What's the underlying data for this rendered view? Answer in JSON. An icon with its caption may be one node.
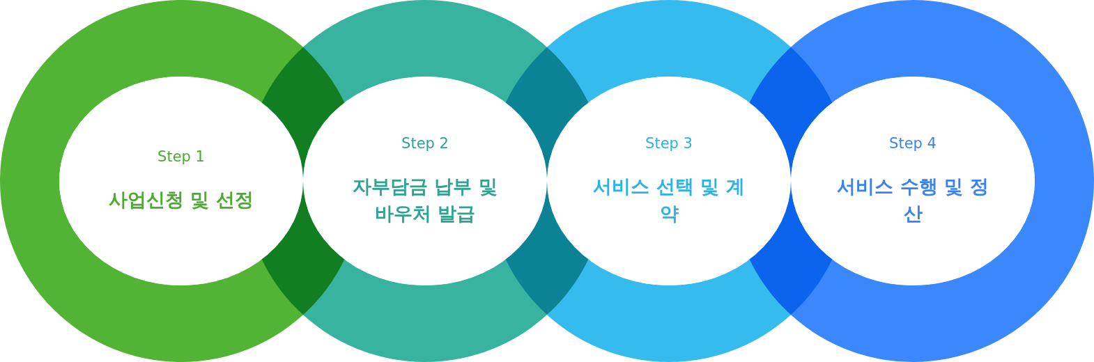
{
  "diagram": {
    "nodes": [
      {
        "text": [
          "Step 1",
          "사업신청 및 선정"
        ]
      },
      {
        "text": [
          "Step 2",
          "자부담금 납부 및 바우처 발급"
        ]
      },
      {
        "text": [
          "Step 3",
          "서비스 선택 및 계약"
        ]
      },
      {
        "text": [
          "Step 4",
          "서비스 수행 및 정산"
        ]
      }
    ]
  }
}
